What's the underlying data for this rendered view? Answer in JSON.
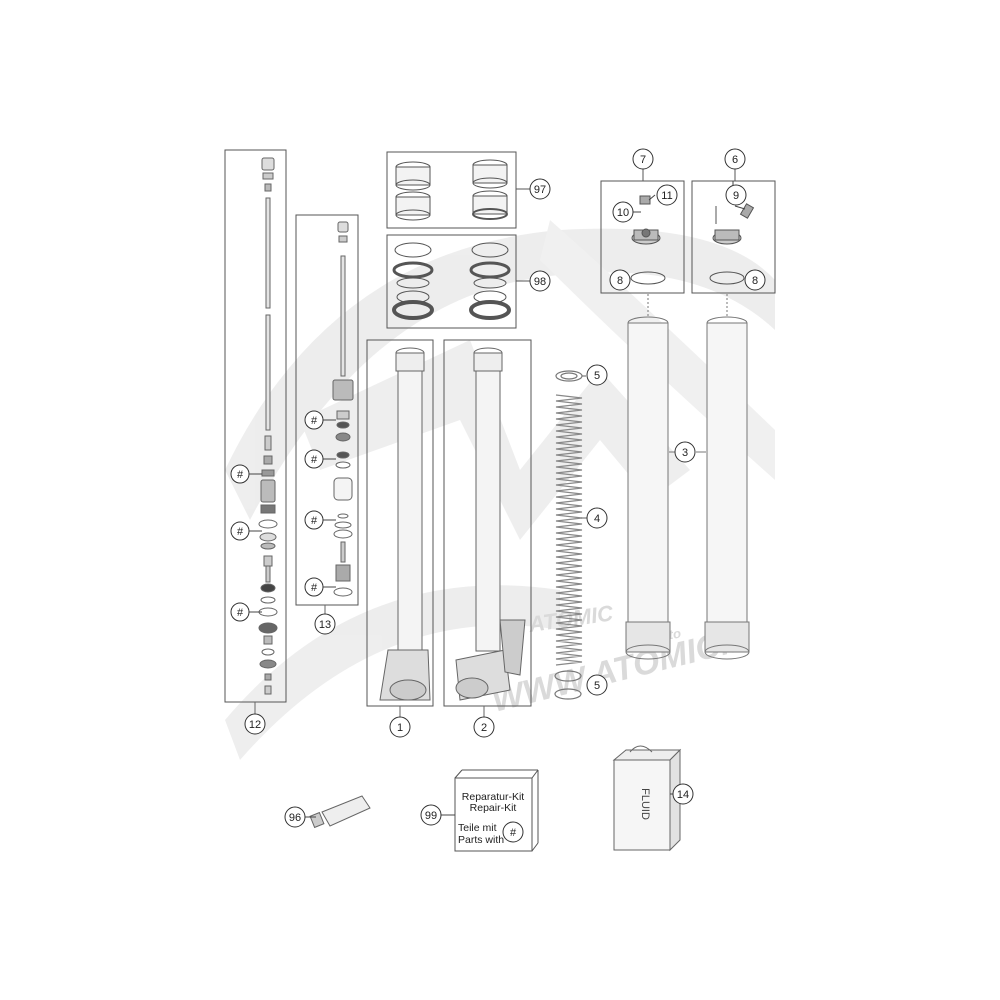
{
  "diagram": {
    "callouts": {
      "c1": "1",
      "c2": "2",
      "c3": "3",
      "c4": "4",
      "c5a": "5",
      "c5b": "5",
      "c6": "6",
      "c7": "7",
      "c8a": "8",
      "c8b": "8",
      "c9": "9",
      "c10": "10",
      "c11": "11",
      "c12": "12",
      "c13": "13",
      "c14": "14",
      "c96": "96",
      "c97": "97",
      "c98": "98",
      "c99": "99",
      "hash": "#"
    },
    "repair_kit": {
      "line1": "Reparatur-Kit",
      "line2": "Repair-Kit",
      "line3": "Teile mit",
      "line4": "Parts with"
    },
    "fluid_label": "FLUID",
    "watermark": {
      "url": "WWW.ATOMICM",
      "brand": "ATOMIC",
      "sub": "moto"
    }
  }
}
